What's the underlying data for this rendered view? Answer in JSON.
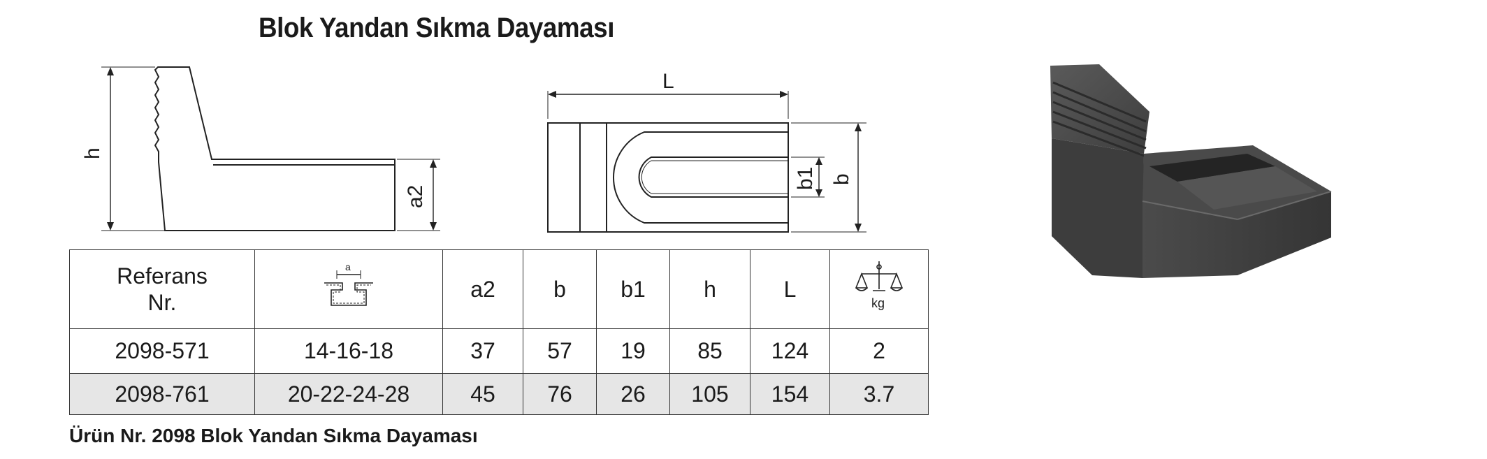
{
  "title": "Blok Yandan Sıkma Dayaması",
  "drawing": {
    "side_view_labels": {
      "h": "h",
      "a2": "a2"
    },
    "top_view_labels": {
      "L": "L",
      "b1": "b1",
      "b": "b"
    },
    "slot_icon_label": "a",
    "weight_icon_label": "kg"
  },
  "table": {
    "headers": [
      "Referans Nr.",
      "",
      "a2",
      "b",
      "b1",
      "h",
      "L",
      ""
    ],
    "header_ref_line1": "Referans",
    "header_ref_line2": "Nr.",
    "header_slot_icon": "t-slot-icon",
    "header_weight_icon": "scale-icon",
    "rows": [
      [
        "2098-571",
        "14-16-18",
        "37",
        "57",
        "19",
        "85",
        "124",
        "2"
      ],
      [
        "2098-761",
        "20-22-24-28",
        "45",
        "76",
        "26",
        "105",
        "154",
        "3.7"
      ]
    ]
  },
  "footer": "Ürün Nr. 2098 Blok Yandan Sıkma Dayaması",
  "colors": {
    "row_alt": "#e6e6e6",
    "product": "#4a4a4a"
  }
}
